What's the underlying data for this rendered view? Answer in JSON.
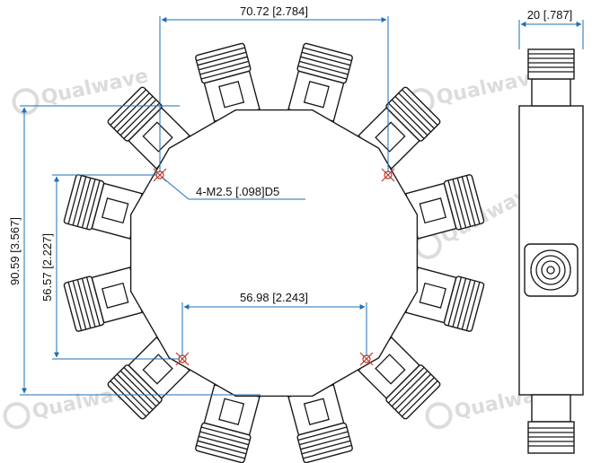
{
  "watermark": {
    "text": "Qualwave"
  },
  "dimensions": {
    "top_width": "70.72 [2.784]",
    "side_width": "20 [.787]",
    "outer_height": "90.59 [3.567]",
    "inner_height": "56.57 [2.227]",
    "inner_width": "56.98 [2.243]",
    "hole_note": "4-M2.5 [.098]D5"
  },
  "colors": {
    "dimension": "#1f6fb5",
    "outline": "#1a1a1a",
    "hole": "#c0392b",
    "watermark": "#dcdcdc"
  }
}
